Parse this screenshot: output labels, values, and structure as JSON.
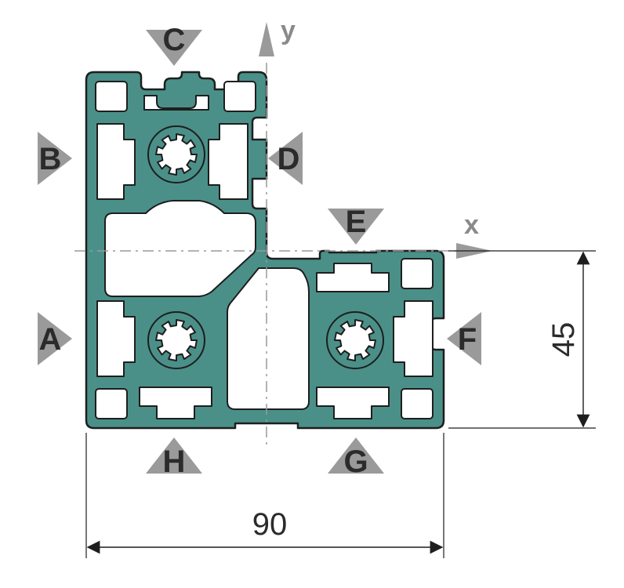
{
  "diagram": {
    "colors": {
      "profile_fill": "#4a9088",
      "profile_outline": "#1e1e1e",
      "cavity": "#ffffff",
      "marker": "#9a9a9a",
      "text": "#2b2b2b",
      "axis": "#9a9a9a"
    },
    "faces": {
      "a": "A",
      "b": "B",
      "c": "C",
      "d": "D",
      "e": "E",
      "f": "F",
      "g": "G",
      "h": "H"
    },
    "axes": {
      "x": "x",
      "y": "y"
    },
    "dimensions": {
      "width": "90",
      "height": "45"
    }
  }
}
